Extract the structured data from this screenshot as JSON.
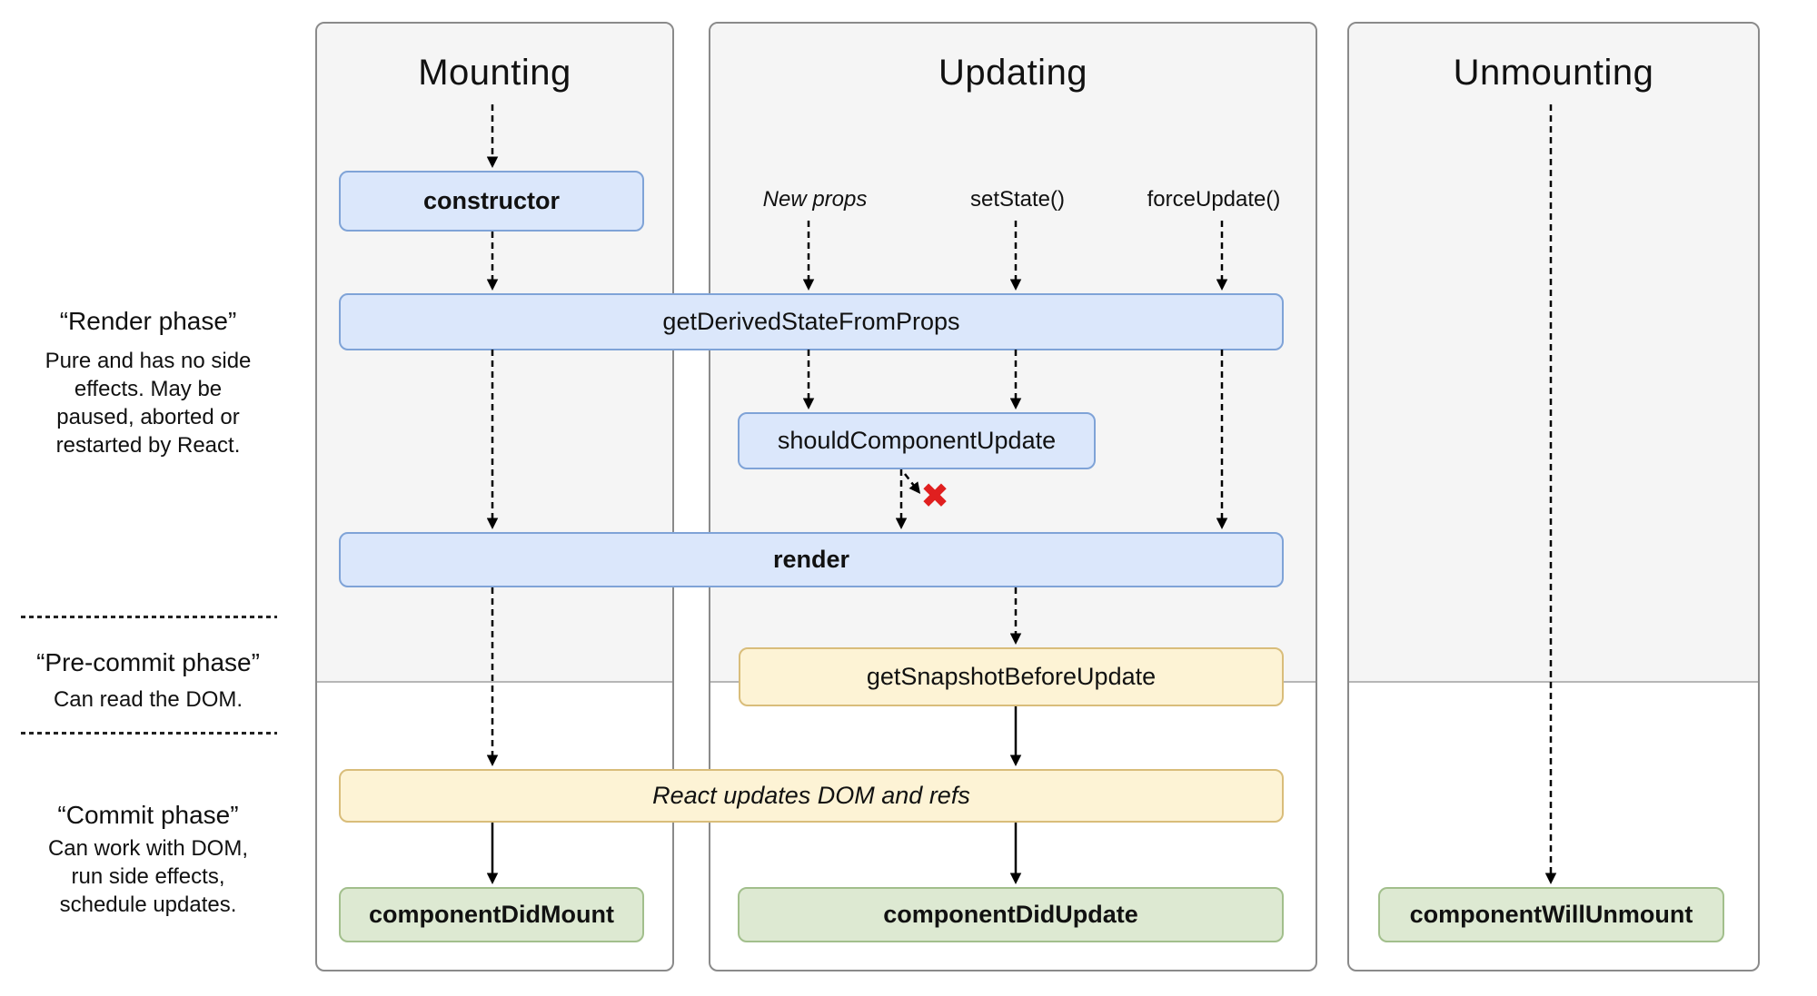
{
  "columns": [
    {
      "title": "Mounting"
    },
    {
      "title": "Updating"
    },
    {
      "title": "Unmounting"
    }
  ],
  "triggers": {
    "new_props": "New props",
    "set_state": "setState()",
    "force_update": "forceUpdate()"
  },
  "phases": [
    {
      "title": "“Render phase”",
      "lines": [
        "Pure and has no side",
        "effects. May be",
        "paused, aborted or",
        "restarted by React."
      ]
    },
    {
      "title": "“Pre-commit phase”",
      "lines": [
        "Can read the DOM."
      ]
    },
    {
      "title": "“Commit phase”",
      "lines": [
        "Can work with DOM,",
        "run side effects,",
        "schedule updates."
      ]
    }
  ],
  "boxes": {
    "constructor": {
      "label": "constructor"
    },
    "get_derived_state_from_props": {
      "label": "getDerivedStateFromProps"
    },
    "should_component_update": {
      "label": "shouldComponentUpdate"
    },
    "render": {
      "label": "render"
    },
    "get_snapshot_before_update": {
      "label": "getSnapshotBeforeUpdate"
    },
    "react_updates_dom": {
      "label": "React updates DOM and refs"
    },
    "component_did_mount": {
      "label": "componentDidMount"
    },
    "component_did_update": {
      "label": "componentDidUpdate"
    },
    "component_will_unmount": {
      "label": "componentWillUnmount"
    }
  },
  "icons": {
    "no_update_x": "✖"
  },
  "colors": {
    "column_bg": "#f5f5f5",
    "divider": "#b6b6b6",
    "blue_fill": "#dbe7fb",
    "blue_border": "#7fa3d7",
    "yellow_fill": "#fdf3d5",
    "yellow_border": "#d9bd7a",
    "green_fill": "#dde9d2",
    "green_border": "#a2bf8c",
    "red_x": "#e01f1f"
  }
}
